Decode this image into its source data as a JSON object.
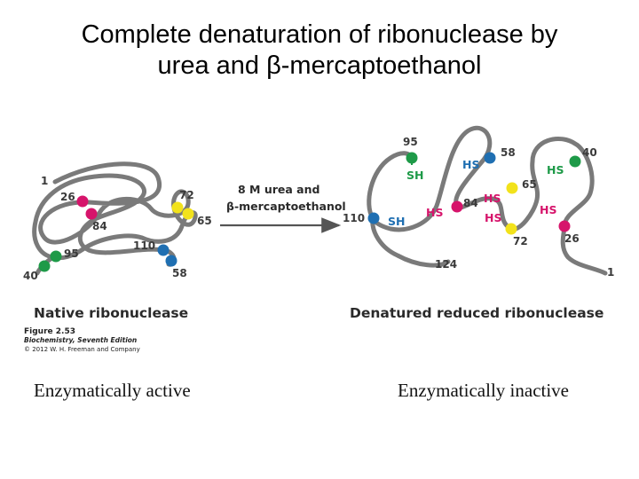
{
  "slide": {
    "title_line1": "Complete denaturation of ribonuclease by",
    "title_line2": "urea and β-mercaptoethanol",
    "caption_left": "Enzymatically active",
    "caption_right": "Enzymatically inactive"
  },
  "figure": {
    "native_label": "Native ribonuclease",
    "denatured_label": "Denatured reduced ribonuclease",
    "arrow_line1": "8 M urea and",
    "arrow_line2": "β-mercaptoethanol",
    "credit_figure": "Figure 2.53",
    "credit_book": "Biochemistry, Seventh Edition",
    "credit_copyright": "© 2012 W. H. Freeman and Company",
    "native_residues": {
      "n1": "1",
      "n26": "26",
      "n84": "84",
      "n72": "72",
      "n65": "65",
      "n110": "110",
      "n95": "95",
      "n40": "40",
      "n58": "58"
    },
    "denatured_residues": {
      "d95": "95",
      "d58": "58",
      "d40": "40",
      "d65": "65",
      "d84": "84",
      "d110": "110",
      "d72": "72",
      "d26": "26",
      "d124": "124",
      "d1": "1"
    },
    "thiol_labels": {
      "sh95": "SH",
      "hs58": "HS",
      "hs40": "HS",
      "hs84": "HS",
      "hs65a": "HS",
      "hs65b": "HS",
      "sh110": "SH",
      "hs26": "HS"
    },
    "colors": {
      "chain": "#7a7a7a",
      "green": "#1e9a48",
      "magenta": "#d6146b",
      "yellow": "#f2e21b",
      "blue": "#1f6fb2",
      "label_green": "#1e9a48",
      "label_magenta": "#d6146b",
      "label_blue": "#1f6fb2",
      "dark_text": "#3a3a3a"
    }
  }
}
